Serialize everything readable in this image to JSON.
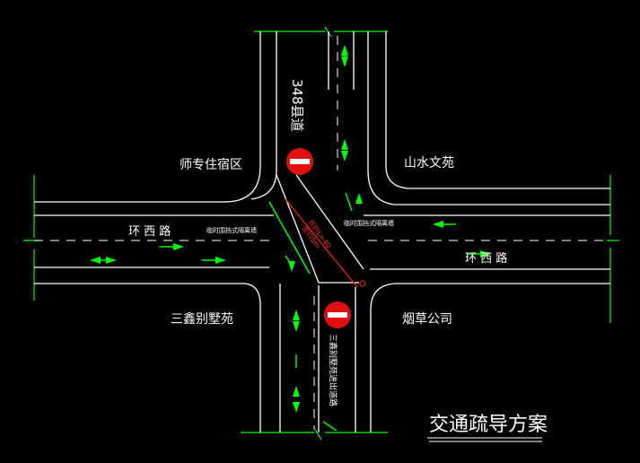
{
  "labels": {
    "road_348": "348县道",
    "road_huanxi_left": "环 西 路",
    "road_huanxi_right": "环 西 路",
    "area_top_left": "师专住宿区",
    "area_top_right": "山水文苑",
    "area_bottom_left": "三鑫别墅苑",
    "area_bottom_right": "烟草公司",
    "road_bottom": "三鑫别墅苑进出道路",
    "temp_sign_left": "临时围挡式隔离墙",
    "temp_sign_right": "临时围挡式隔离墙",
    "diag_measure_1": "长约L=40",
    "diag_measure_2": "宽约5m",
    "plan_title": "交通疏导方案"
  },
  "colors": {
    "background": "#000000",
    "road_edge": "#ffffff",
    "green_line": "#00ff00",
    "no_entry_sign": "#e01010",
    "red_line": "#ff2020"
  },
  "icons": [
    "no-entry-sign-icon",
    "no-entry-sign-icon",
    "direction-arrow-icon"
  ]
}
